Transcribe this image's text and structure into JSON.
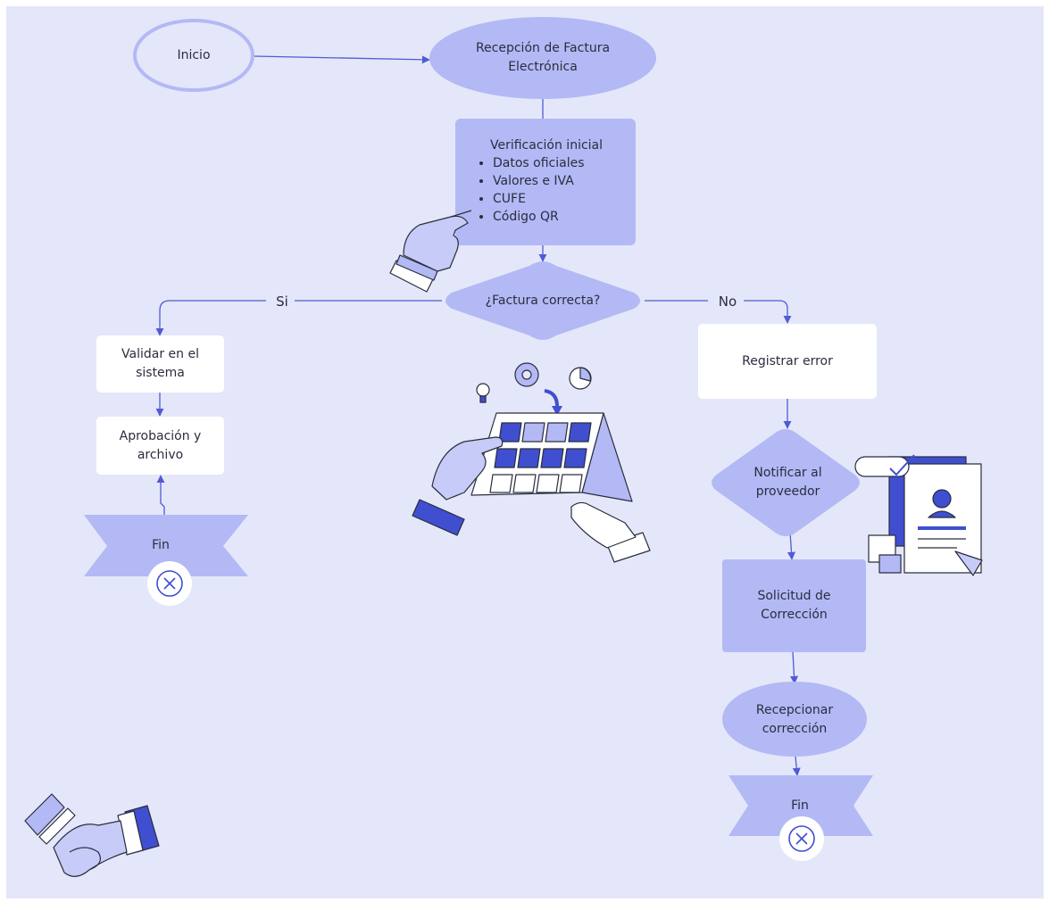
{
  "nodes": {
    "inicio": "Inicio",
    "recepcion": "Recepción de Factura\nElectrónica",
    "verificacion_title": "Verificación inicial",
    "verificacion_items": [
      "Datos oficiales",
      "Valores e IVA",
      "CUFE",
      "Código QR"
    ],
    "decision": "¿Factura correcta?",
    "validar": "Validar en el\nsistema",
    "aprobacion": "Aprobación y\narchivo",
    "fin_left": "Fin",
    "registrar": "Registrar error",
    "notificar": "Notificar al\nproveedor",
    "solicitud": "Solicitud de\nCorrección",
    "recepcionar": "Recepcionar\ncorrección",
    "fin_right": "Fin"
  },
  "edges": {
    "si": "Si",
    "no": "No"
  },
  "colors": {
    "background": "#e4e7f9",
    "node_fill": "#b3b9f5",
    "node_stroke": "#b3b9f5",
    "white_node": "#ffffff",
    "line": "#4f5bd5",
    "accent": "#3f4fd0"
  },
  "illustrations": [
    "pointing-hand",
    "calendar-with-hands",
    "id-card-document",
    "handshake"
  ]
}
